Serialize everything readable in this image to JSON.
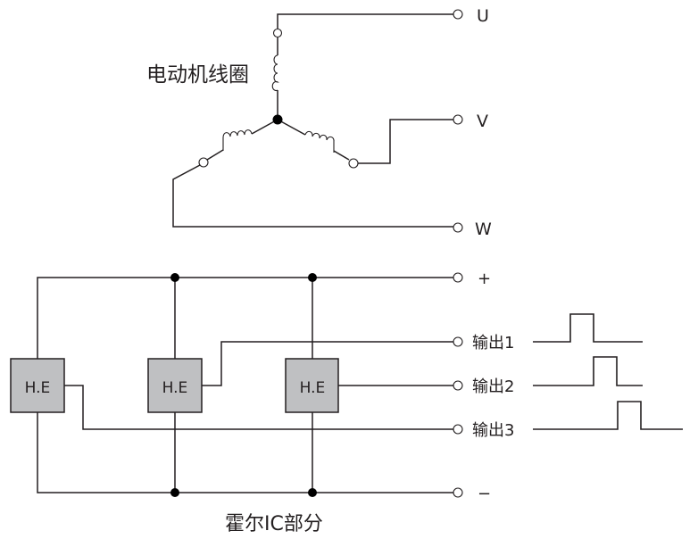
{
  "motor": {
    "coil_label": "电动机线圈",
    "terminals": [
      {
        "id": "u",
        "label": "U"
      },
      {
        "id": "v",
        "label": "V"
      },
      {
        "id": "w",
        "label": "W"
      }
    ]
  },
  "hall": {
    "caption": "霍尔IC部分",
    "elements": [
      {
        "id": "he1",
        "label": "H.E"
      },
      {
        "id": "he2",
        "label": "H.E"
      },
      {
        "id": "he3",
        "label": "H.E"
      }
    ],
    "rails": {
      "plus": "+",
      "minus": "−"
    },
    "outputs": [
      {
        "id": "out1",
        "label": "输出1"
      },
      {
        "id": "out2",
        "label": "输出2"
      },
      {
        "id": "out3",
        "label": "输出3"
      }
    ]
  },
  "colors": {
    "line": "#231f20",
    "box_fill": "#bfc0c2"
  }
}
